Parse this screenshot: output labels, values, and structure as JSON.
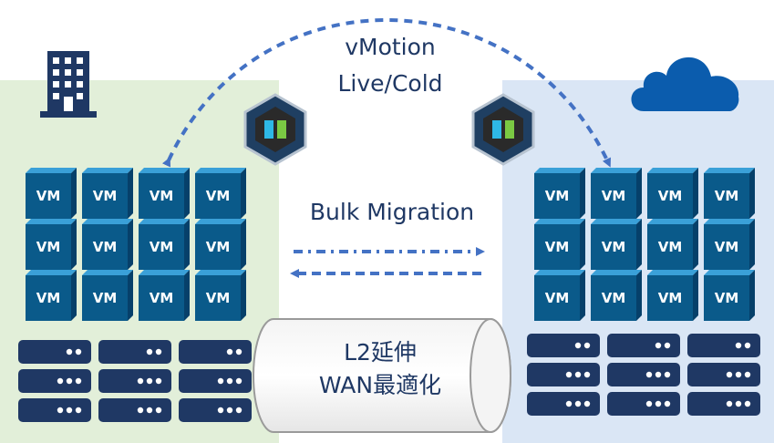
{
  "migration": {
    "vmotion_line1": "vMotion",
    "vmotion_line2": "Live/Cold",
    "bulk_label": "Bulk Migration"
  },
  "tunnel": {
    "line1": "L2延伸",
    "line2": "WAN最適化"
  },
  "vm_label": "VM",
  "colors": {
    "on_prem_bg": "#e2efd9",
    "cloud_bg": "#dae6f5",
    "vm_box": "#0a5a8a",
    "server": "#1f3864",
    "arrow": "#4472c4",
    "hex_badge": "#1f3f62"
  },
  "icons": {
    "on_prem": "building-icon",
    "cloud": "cloud-icon",
    "hcx": "hcx-hexagon-icon",
    "server": "server-rack-icon"
  }
}
